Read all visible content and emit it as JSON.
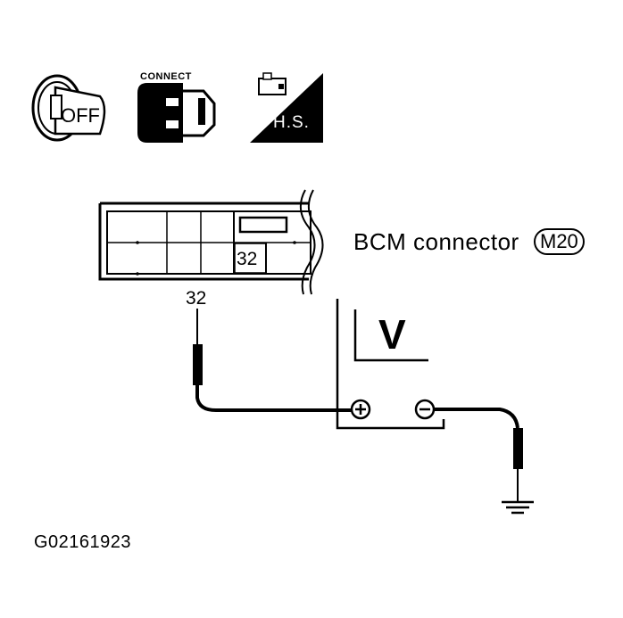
{
  "icons": {
    "ignition": {
      "label": "OFF",
      "name": "ignition-switch-off-icon"
    },
    "connect": {
      "label": "CONNECT",
      "name": "connector-connect-icon"
    },
    "harness": {
      "label": "H.S.",
      "name": "harness-side-icon"
    }
  },
  "connector": {
    "label": "BCM connector",
    "code": "M20",
    "pin_top": "32",
    "pin_bottom": "32"
  },
  "meter": {
    "unit": "V",
    "positive": "+",
    "negative": "−"
  },
  "figure_id": "G02161923"
}
